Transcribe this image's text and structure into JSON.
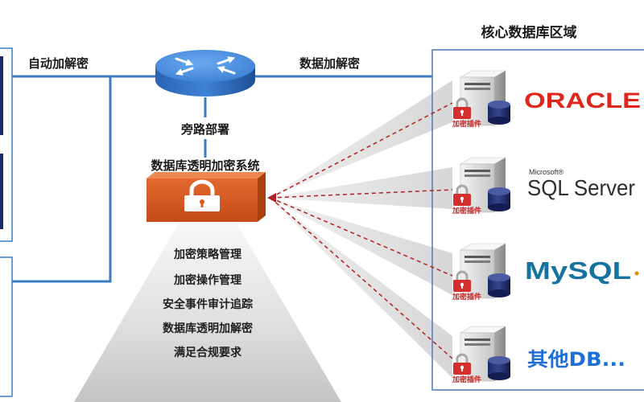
{
  "links": {
    "auto_label": "自动加解密",
    "data_label": "数据加解密",
    "bypass_label": "旁路部署"
  },
  "system": {
    "name": "数据库透明加密系统",
    "features": [
      "加密策略管理",
      "加密操作管理",
      "安全事件审计追踪",
      "数据库透明加解密",
      "满足合规要求"
    ]
  },
  "core_zone": {
    "title": "核心数据库区域",
    "databases": [
      {
        "plugin_label": "加密插件",
        "logo": "ORACLE"
      },
      {
        "plugin_label": "加密插件",
        "logo_brand": "Microsoft®",
        "logo": "SQL Server"
      },
      {
        "plugin_label": "加密插件",
        "logo": "MySQL"
      },
      {
        "plugin_label": "加密插件",
        "logo": "其他DB..."
      }
    ]
  },
  "icons": {
    "router": "router-icon",
    "system": "lock-icon",
    "database": "database-server-icon",
    "plugin": "padlock-icon"
  },
  "colors": {
    "link_blue": "#3a7cc2",
    "zone_border": "#4a79b8",
    "system_orange": "#d9581f",
    "plugin_red": "#c62828",
    "dashed_red": "#b22222",
    "oracle_red": "#e0261b",
    "sqlserver_gray": "#2f2f2f",
    "mysql_blue": "#15739f",
    "other_db_blue": "#1f6fd6"
  }
}
